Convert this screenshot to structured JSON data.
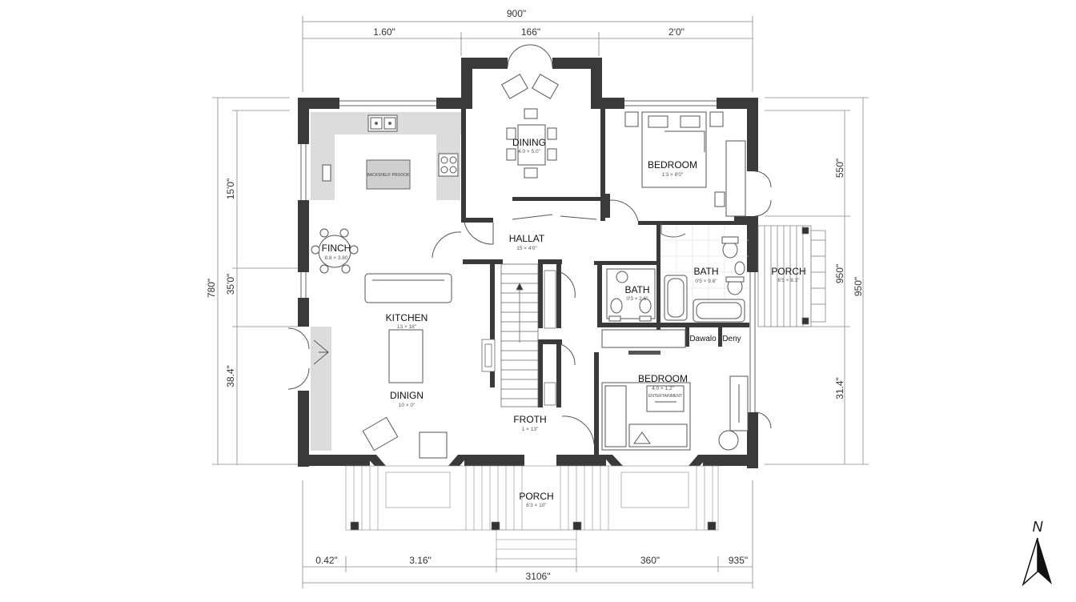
{
  "dimensions": {
    "top_overall": "900\"",
    "top_left": "1.60\"",
    "top_mid": "166\"",
    "top_right": "2'0\"",
    "left_upper": "15'0\"",
    "left_mid": "35'0\"",
    "left_lower": "38.4\"",
    "left_overall": "780\"",
    "right_upper": "550\"",
    "right_mid": "950\"",
    "right_lower": "31.4\"",
    "right_overall": "950\"",
    "bottom_1": "0.42\"",
    "bottom_2": "3.16\"",
    "bottom_3": "360\"",
    "bottom_4": "935\"",
    "bottom_overall": "3106\""
  },
  "rooms": {
    "dining_top": {
      "label": "DINING",
      "size": "4.0 × 5.0\""
    },
    "bedroom_top": {
      "label": "BEDROOM",
      "size": "1'3 × 8'0\""
    },
    "finch": {
      "label": "FINCH",
      "size": "8.8 × 3.80"
    },
    "hallat": {
      "label": "HALLAT",
      "size": "15 × 4'0\""
    },
    "kitchen": {
      "label": "KITCHEN",
      "size": "13 × 18\""
    },
    "dining_main": {
      "label": "DINIGN",
      "size": "10 × 0\""
    },
    "bath_center": {
      "label": "BATH",
      "size": "0'3 × 2.6\""
    },
    "bath_right": {
      "label": "BATH",
      "size": "0'5 × 9.6\""
    },
    "porch_right": {
      "label": "PORCH",
      "size": "6'5 × 8.3\""
    },
    "closet_a": {
      "label": "Dawalo"
    },
    "closet_b": {
      "label": "Deny"
    },
    "bedroom_main": {
      "label": "BEDROOM",
      "size": "4.0 × 1.2\""
    },
    "froth": {
      "label": "FROTH",
      "size": "1 × 13\""
    },
    "porch_bottom": {
      "label": "PORCH",
      "size": "6'3 × 10\""
    }
  },
  "fixtures": {
    "island_label": "BACKSHELF PROOOK",
    "tv_label": "ENTERTAINMENT"
  },
  "north_label": "N"
}
